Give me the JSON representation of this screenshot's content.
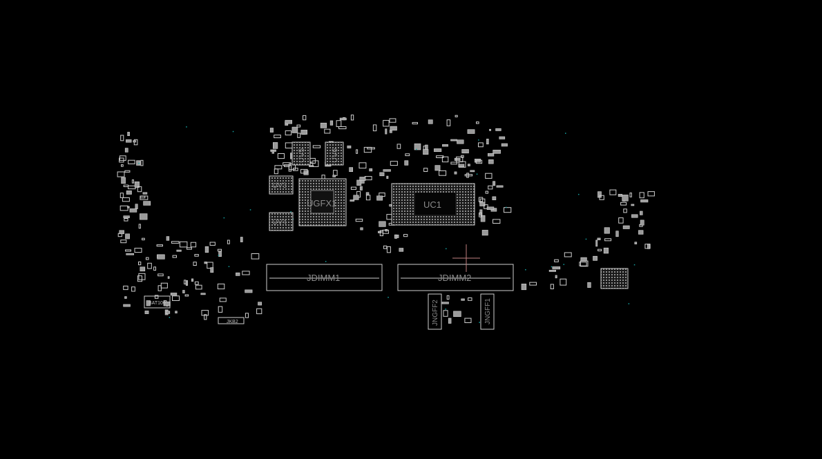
{
  "board": {
    "components": {
      "uv5": "UV5",
      "uv6": "UV6",
      "uv3": "UV3",
      "uv4": "UV4",
      "ugfx1": "UGFX1",
      "uc1": "UC1",
      "jdimm1": "JDIMM1",
      "jdimm2": "JDIMM2",
      "jngff2": "JNGFF2",
      "jngff1": "JNGFF1",
      "bat100": "BAT100",
      "jkb2": "JKB2"
    },
    "colors": {
      "background": "#000000",
      "outline": "#cfcfcf",
      "via": "#13a3a3",
      "cursor": "#c08080"
    }
  }
}
